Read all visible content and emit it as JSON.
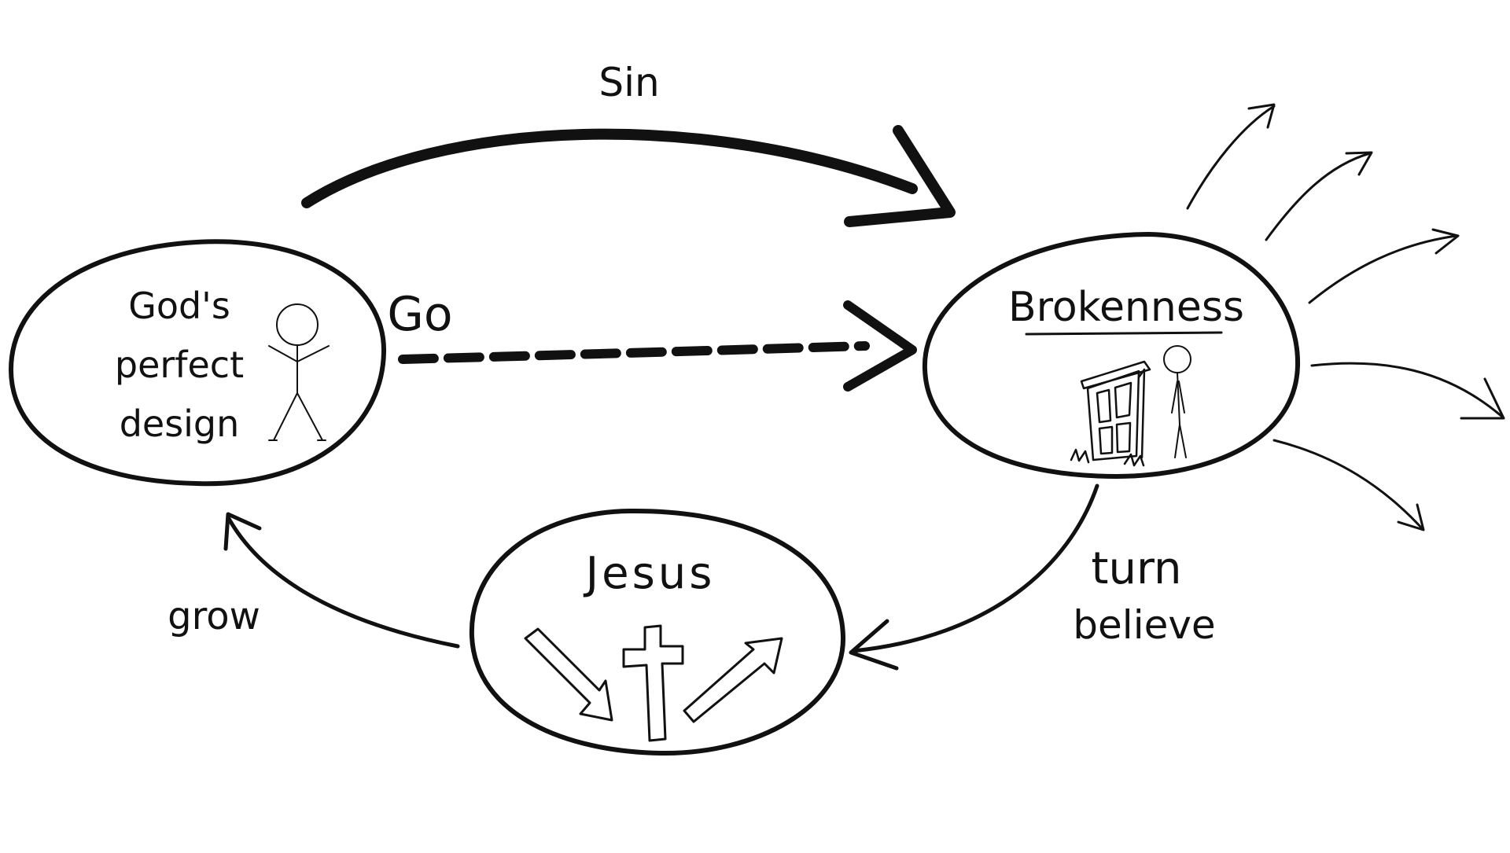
{
  "diagram": {
    "nodes": {
      "gods_design": {
        "lines": [
          "God's",
          "perfect",
          "design"
        ]
      },
      "brokenness": {
        "label": "Brokenness"
      },
      "jesus": {
        "label": "Jesus"
      }
    },
    "edges": {
      "sin": {
        "label": "Sin"
      },
      "go": {
        "label": "Go"
      },
      "turn": {
        "label": "turn"
      },
      "believe": {
        "label": "believe"
      },
      "grow": {
        "label": "grow"
      }
    },
    "colors": {
      "ink": "#111111",
      "background": "#ffffff"
    },
    "icons": [
      "stick-figure-icon",
      "broken-door-icon",
      "cross-icon",
      "down-arrow-icon",
      "up-arrow-icon"
    ]
  }
}
